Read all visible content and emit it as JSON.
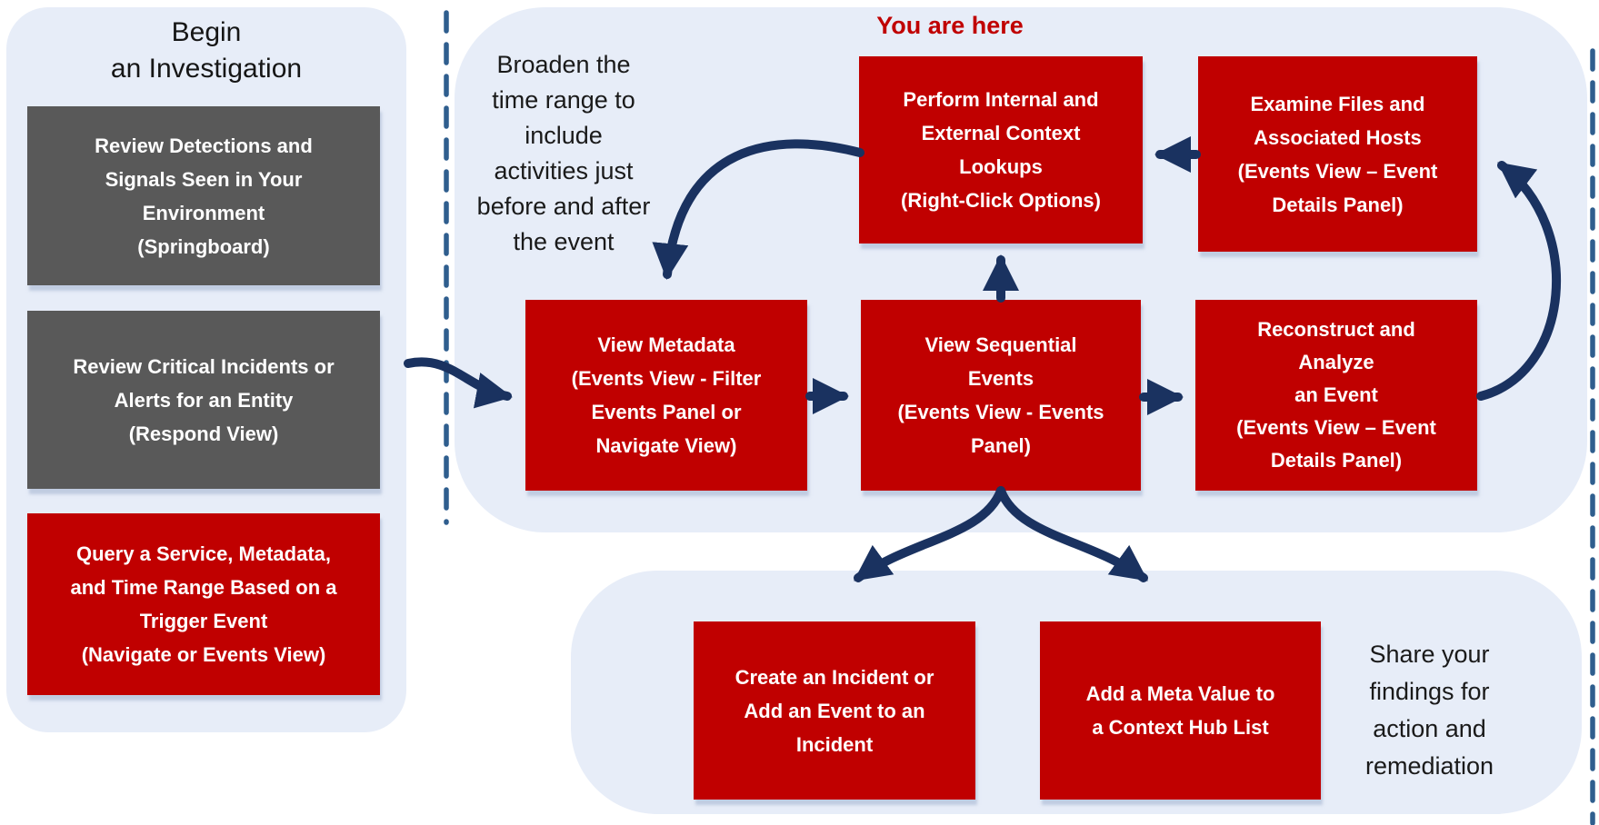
{
  "left_panel": {
    "title": "Begin\nan Investigation",
    "box_review_detections": "Review Detections and\nSignals Seen in Your\nEnvironment\n(Springboard)",
    "box_review_incidents": "Review Critical Incidents or\nAlerts for an Entity\n(Respond View)",
    "box_query_service": "Query a Service, Metadata,\nand Time Range Based on a\nTrigger Event\n(Navigate or Events View)"
  },
  "main_panel": {
    "marker": "You are here",
    "note_broaden": "Broaden the\ntime range to\ninclude\nactivities just\nbefore and after\nthe event",
    "box_context_lookups": "Perform Internal and\nExternal Context\nLookups\n(Right-Click Options)",
    "box_examine_files": "Examine Files  and\nAssociated Hosts\n(Events View – Event\nDetails Panel)",
    "box_view_metadata": "View Metadata\n(Events View - Filter\nEvents Panel or\nNavigate View)",
    "box_view_sequential": "View Sequential\nEvents\n(Events View - Events\nPanel)",
    "box_reconstruct": "Reconstruct and\nAnalyze\nan Event\n(Events View – Event\nDetails Panel)"
  },
  "bottom_panel": {
    "box_create_incident": "Create an Incident or\nAdd an Event to an\nIncident",
    "box_add_meta": "Add a Meta Value to\na Context Hub List",
    "note_share": "Share your\nfindings for\naction  and\nremediation"
  },
  "colors": {
    "step_red": "#c00000",
    "step_gray": "#595959",
    "panel_blue": "#e7edf8",
    "arrow_navy": "#1a3260",
    "dashed_line_blue": "#2f5e8e",
    "marker_text_red": "#c00000"
  }
}
